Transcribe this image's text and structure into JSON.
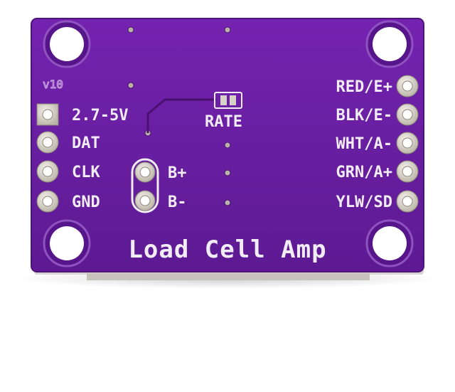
{
  "board": {
    "title": "Load Cell Amp",
    "version": "v10",
    "rate_label": "RATE",
    "colors": {
      "pcb": "#6a1fa3",
      "pcb_edge": "#4e127a",
      "silkscreen": "#f1ecf6",
      "gold": "#d7d2c7"
    }
  },
  "left_pins": [
    "2.7-5V",
    "DAT",
    "CLK",
    "GND"
  ],
  "center_pins": [
    "B+",
    "B-"
  ],
  "right_pins": [
    "RED/E+",
    "BLK/E-",
    "WHT/A-",
    "GRN/A+",
    "YLW/SD"
  ]
}
